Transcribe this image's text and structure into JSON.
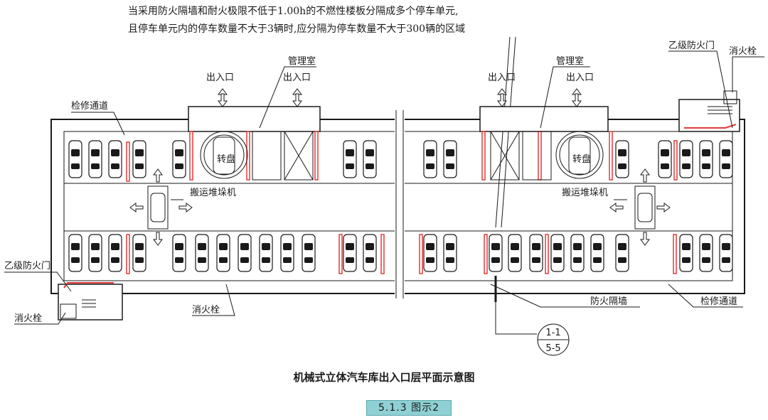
{
  "note": {
    "line1": "当采用防火隔墙和耐火极限不低于1.00h的不燃性楼板分隔成多个停车单元,",
    "line2": "且停车单元内的停车数量不大于3辆时,应分隔为停车数量不大于300辆的区域"
  },
  "labels": {
    "entrance": "出入口",
    "management_room": "管理室",
    "inspection_passage": "检修通道",
    "class_b_fire_door": "乙级防火门",
    "fire_hydrant": "消火栓",
    "turntable": "转盘",
    "stacker": "搬运堆垛机",
    "fire_partition": "防火隔墙",
    "section_top": "1-1",
    "section_bottom": "5-5"
  },
  "caption": "机械式立体汽车库出入口层平面示意图",
  "figure_tag": "5.1.3 图示2",
  "colors": {
    "line": "#1a1a1a",
    "fire_wall": "#e23b3b",
    "tag_bg": "#8fd0d4"
  }
}
